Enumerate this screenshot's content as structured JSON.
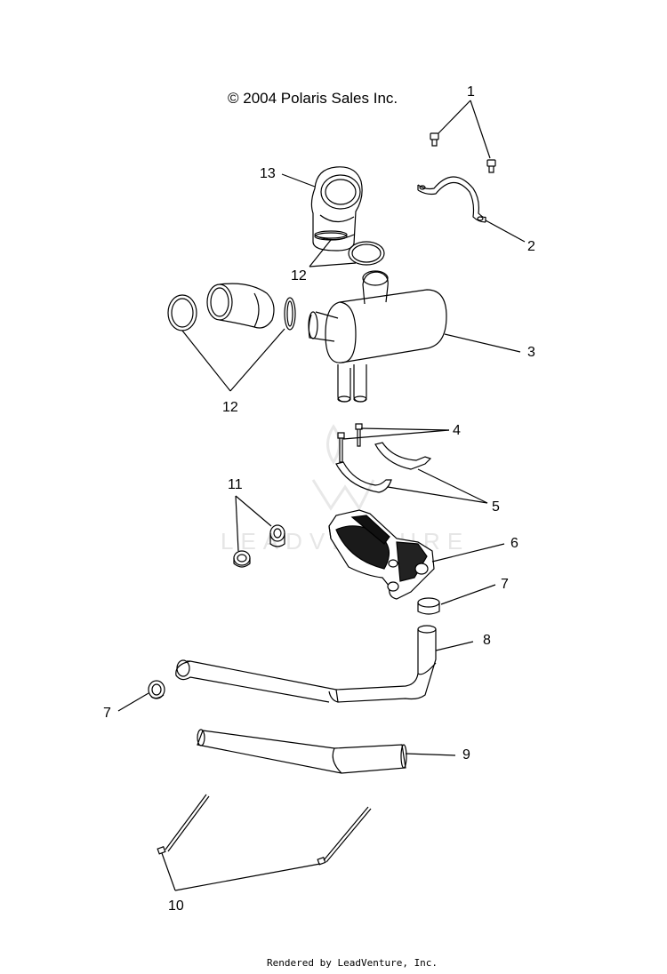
{
  "diagram": {
    "copyright": "© 2004 Polaris Sales Inc.",
    "footer": "Rendered by LeadVenture, Inc.",
    "watermark": "LEADVENTURE",
    "callouts": {
      "c1": "1",
      "c2": "2",
      "c3": "3",
      "c4": "4",
      "c5": "5",
      "c6": "6",
      "c7a": "7",
      "c7b": "7",
      "c8": "8",
      "c9": "9",
      "c10": "10",
      "c11": "11",
      "c12a": "12",
      "c12b": "12",
      "c13": "13"
    }
  }
}
